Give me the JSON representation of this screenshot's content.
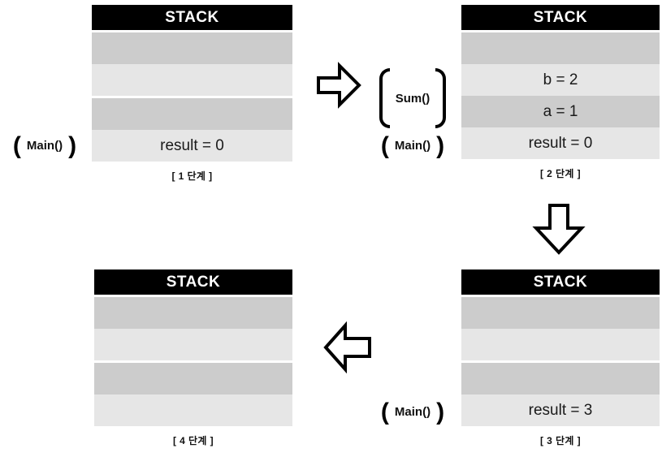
{
  "diagram": {
    "title_text": "STACK",
    "colors": {
      "header_bg": "#000000",
      "header_text": "#ffffff",
      "row_dark": "#cccccc",
      "row_light": "#e6e6e6",
      "page_bg": "#ffffff",
      "outline": "#000000"
    },
    "steps": [
      {
        "id": "step-1",
        "caption": "[ 1 단계 ]",
        "header": "STACK",
        "rows": [
          {
            "text": "",
            "shade": "dark"
          },
          {
            "text": "",
            "shade": "light"
          },
          {
            "text": "",
            "shade": "dark"
          },
          {
            "text": "result = 0",
            "shade": "light"
          }
        ],
        "frames": [
          {
            "name": "Main()",
            "open": "(",
            "close": ")",
            "span": 1
          }
        ]
      },
      {
        "id": "step-2",
        "caption": "[ 2 단계 ]",
        "header": "STACK",
        "rows": [
          {
            "text": "",
            "shade": "dark"
          },
          {
            "text": "b = 2",
            "shade": "light"
          },
          {
            "text": "a = 1",
            "shade": "dark"
          },
          {
            "text": "result = 0",
            "shade": "light"
          }
        ],
        "frames": [
          {
            "name": "Sum()",
            "open": "(",
            "close": ")",
            "span": 2
          },
          {
            "name": "Main()",
            "open": "(",
            "close": ")",
            "span": 1
          }
        ]
      },
      {
        "id": "step-3",
        "caption": "[ 3 단계 ]",
        "header": "STACK",
        "rows": [
          {
            "text": "",
            "shade": "dark"
          },
          {
            "text": "",
            "shade": "light"
          },
          {
            "text": "",
            "shade": "dark"
          },
          {
            "text": "result = 3",
            "shade": "light"
          }
        ],
        "frames": [
          {
            "name": "Main()",
            "open": "(",
            "close": ")",
            "span": 1
          }
        ]
      },
      {
        "id": "step-4",
        "caption": "[ 4 단계 ]",
        "header": "STACK",
        "rows": [
          {
            "text": "",
            "shade": "dark"
          },
          {
            "text": "",
            "shade": "light"
          },
          {
            "text": "",
            "shade": "dark"
          },
          {
            "text": "",
            "shade": "light"
          }
        ],
        "frames": []
      }
    ],
    "arrows": [
      {
        "id": "arrow-right",
        "direction": "right",
        "from": "step-1",
        "to": "step-2"
      },
      {
        "id": "arrow-down",
        "direction": "down",
        "from": "step-2",
        "to": "step-3"
      },
      {
        "id": "arrow-left",
        "direction": "left",
        "from": "step-3",
        "to": "step-4"
      }
    ]
  }
}
